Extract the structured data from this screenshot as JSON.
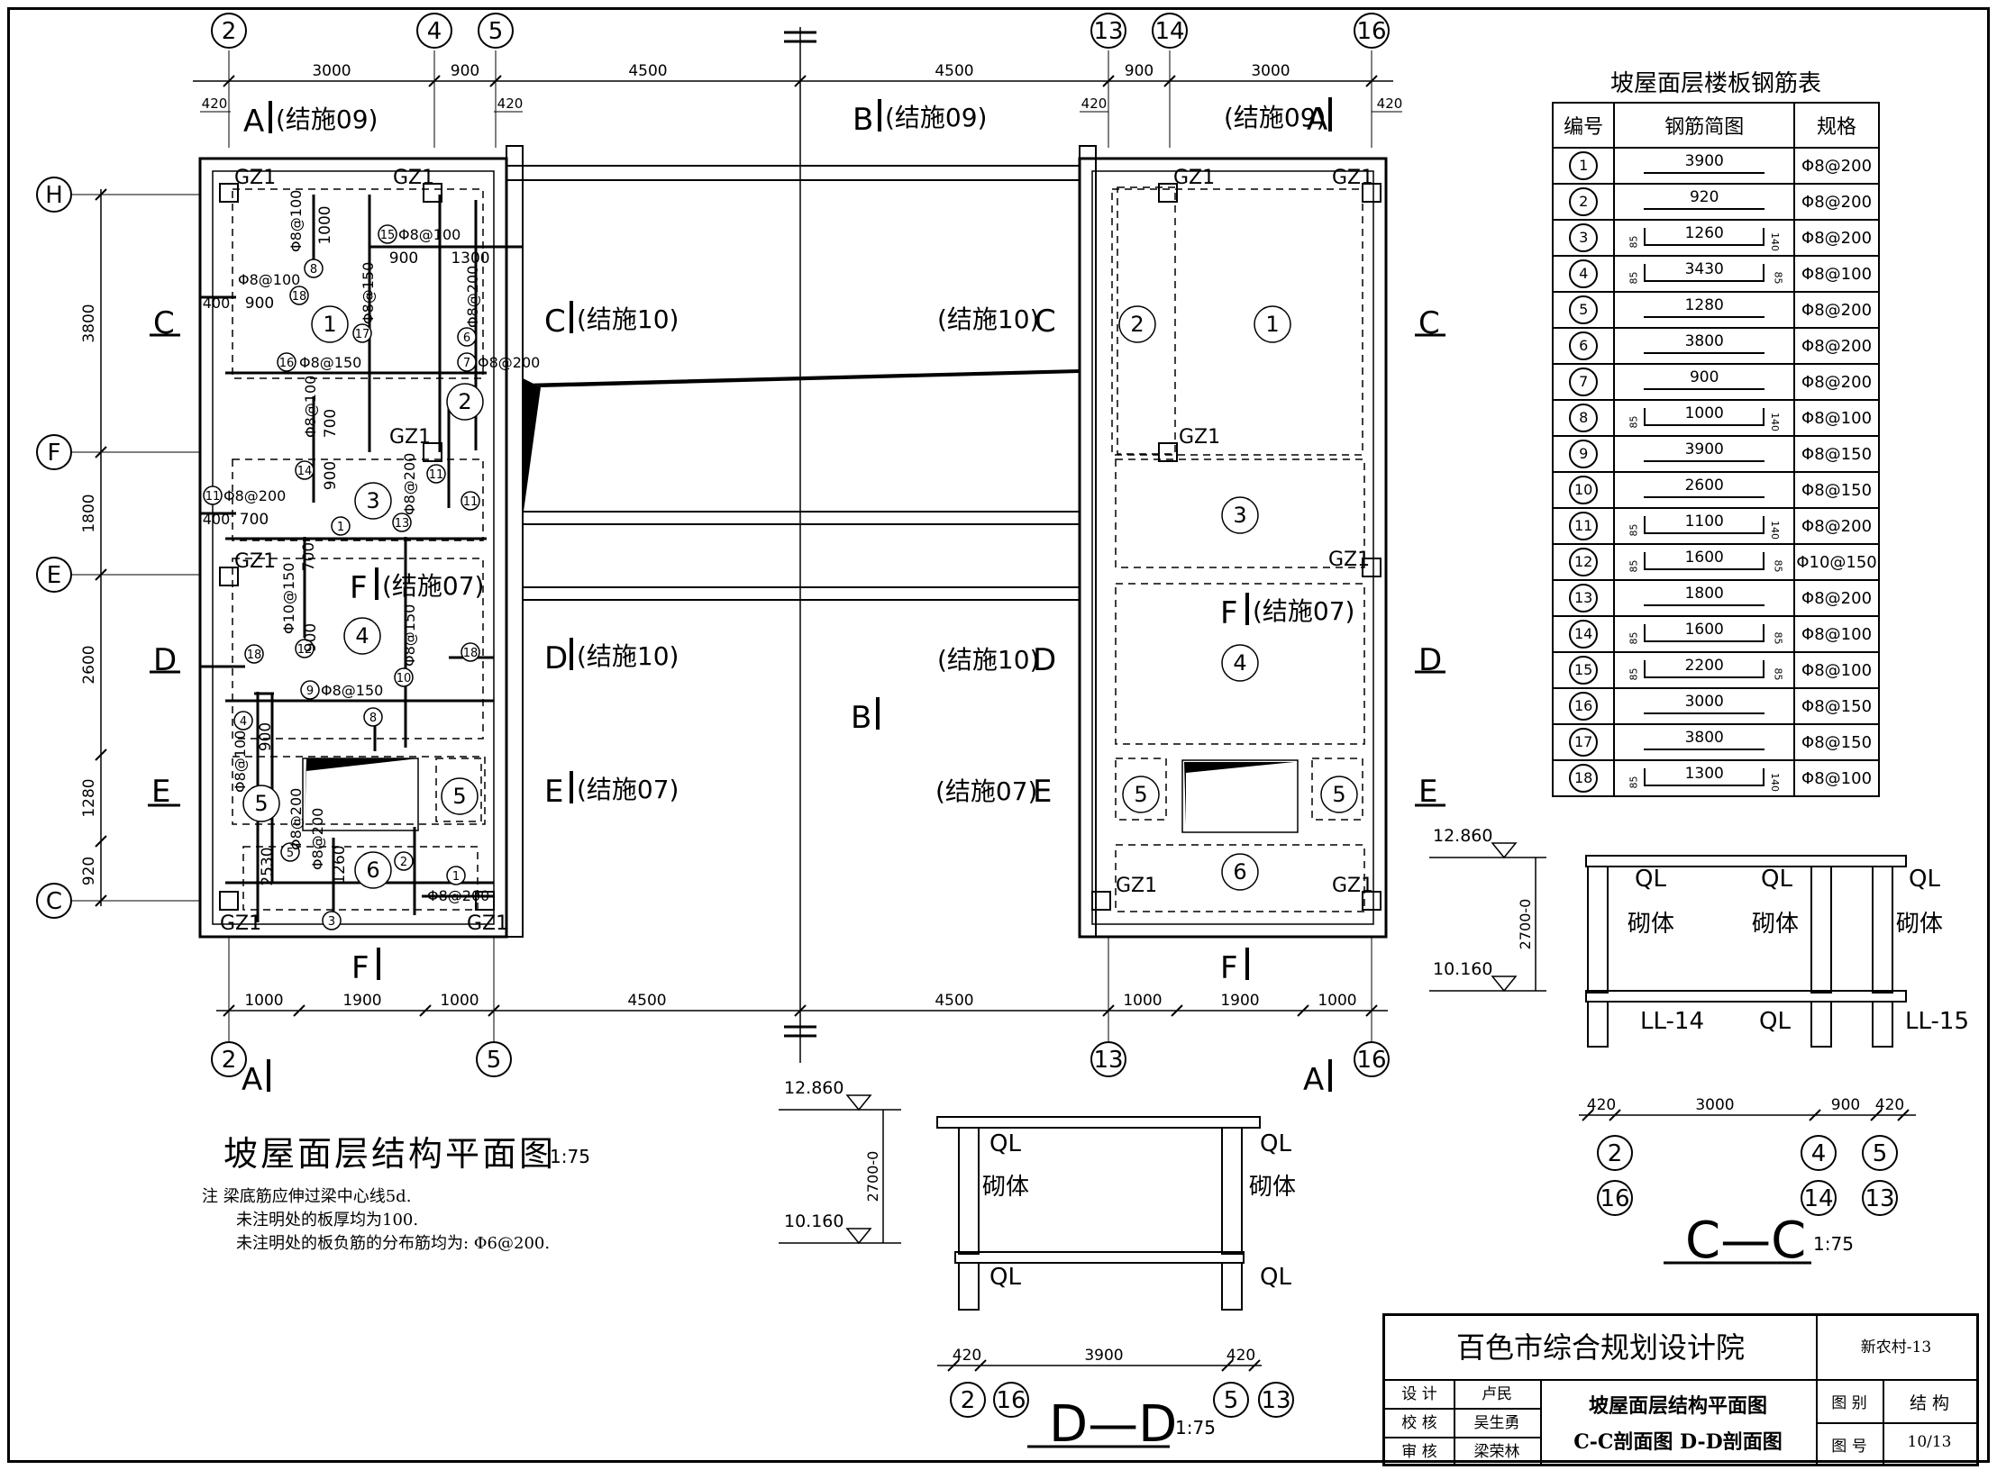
{
  "plan": {
    "title": "坡屋面层结构平面图",
    "scale": "1:75",
    "notes": [
      "注  梁底筋应伸过梁中心线5d.",
      "未注明处的板厚均为100.",
      "未注明处的板负筋的分布筋均为: Φ6@200."
    ],
    "top_axes": [
      "2",
      "4",
      "5",
      "13",
      "14",
      "16"
    ],
    "bottom_axes": [
      "2",
      "5",
      "13",
      "16"
    ],
    "left_axes": [
      "H",
      "F",
      "E",
      "C"
    ],
    "top_dims": [
      "3000",
      "900",
      "4500",
      "4500",
      "900",
      "3000"
    ],
    "bottom_dims": [
      "1000",
      "1900",
      "1000",
      "4500",
      "4500",
      "1000",
      "1900",
      "1000"
    ],
    "wall_dim": "420",
    "left_dims": [
      "3800",
      "1800",
      "2600",
      "1280",
      "920"
    ],
    "section_refs": {
      "a09": "(结施09)",
      "b09": "(结施09)",
      "c10": "(结施10)",
      "d10": "(结施10)",
      "e07": "(结施07)",
      "f07": "(结施07)"
    },
    "sec_letters": [
      "A",
      "B",
      "C",
      "D",
      "E",
      "F"
    ],
    "column": "GZ1",
    "slabs": [
      "1",
      "2",
      "3",
      "4",
      "5",
      "6"
    ],
    "rebar_labels": {
      "r15": "Φ8@100",
      "r8": "Φ8@100",
      "r17": "Φ8@150",
      "r6": "Φ8@200",
      "r7": "Φ8@200",
      "r16": "Φ8@150",
      "r11": "Φ8@200",
      "r14": "Φ8@100",
      "r13": "Φ8@200",
      "r12": "Φ10@150",
      "r10": "Φ8@150",
      "r9": "Φ8@150",
      "r4": "Φ8@100",
      "r5": "Φ8@200",
      "r3": "Φ8@200",
      "r1": "Φ8@200",
      "r18": "Φ8@100"
    },
    "local_dims": [
      "1000",
      "900",
      "1300",
      "400",
      "900",
      "700",
      "400",
      "700",
      "900",
      "700",
      "900",
      "2530",
      "1260"
    ]
  },
  "rebar_table": {
    "title": "坡屋面层楼板钢筋表",
    "headers": [
      "编号",
      "钢筋简图",
      "规格"
    ],
    "rows": [
      {
        "no": "1",
        "len": "3900",
        "hook": "",
        "ends": [
          "",
          ""
        ],
        "spec": "Φ8@200"
      },
      {
        "no": "2",
        "len": "920",
        "hook": "",
        "ends": [
          "",
          ""
        ],
        "spec": "Φ8@200"
      },
      {
        "no": "3",
        "len": "1260",
        "hook": "y",
        "ends": [
          "85",
          "140"
        ],
        "spec": "Φ8@200"
      },
      {
        "no": "4",
        "len": "3430",
        "hook": "y",
        "ends": [
          "85",
          "85"
        ],
        "spec": "Φ8@100"
      },
      {
        "no": "5",
        "len": "1280",
        "hook": "",
        "ends": [
          "",
          ""
        ],
        "spec": "Φ8@200"
      },
      {
        "no": "6",
        "len": "3800",
        "hook": "",
        "ends": [
          "",
          ""
        ],
        "spec": "Φ8@200"
      },
      {
        "no": "7",
        "len": "900",
        "hook": "",
        "ends": [
          "",
          ""
        ],
        "spec": "Φ8@200"
      },
      {
        "no": "8",
        "len": "1000",
        "hook": "y",
        "ends": [
          "85",
          "140"
        ],
        "spec": "Φ8@100"
      },
      {
        "no": "9",
        "len": "3900",
        "hook": "",
        "ends": [
          "",
          ""
        ],
        "spec": "Φ8@150"
      },
      {
        "no": "10",
        "len": "2600",
        "hook": "",
        "ends": [
          "",
          ""
        ],
        "spec": "Φ8@150"
      },
      {
        "no": "11",
        "len": "1100",
        "hook": "y",
        "ends": [
          "85",
          "140"
        ],
        "spec": "Φ8@200"
      },
      {
        "no": "12",
        "len": "1600",
        "hook": "y",
        "ends": [
          "85",
          "85"
        ],
        "spec": "Φ10@150"
      },
      {
        "no": "13",
        "len": "1800",
        "hook": "",
        "ends": [
          "",
          ""
        ],
        "spec": "Φ8@200"
      },
      {
        "no": "14",
        "len": "1600",
        "hook": "y",
        "ends": [
          "85",
          "85"
        ],
        "spec": "Φ8@100"
      },
      {
        "no": "15",
        "len": "2200",
        "hook": "y",
        "ends": [
          "85",
          "85"
        ],
        "spec": "Φ8@100"
      },
      {
        "no": "16",
        "len": "3000",
        "hook": "",
        "ends": [
          "",
          ""
        ],
        "spec": "Φ8@150"
      },
      {
        "no": "17",
        "len": "3800",
        "hook": "",
        "ends": [
          "",
          ""
        ],
        "spec": "Φ8@150"
      },
      {
        "no": "18",
        "len": "1300",
        "hook": "y",
        "ends": [
          "85",
          "140"
        ],
        "spec": "Φ8@100"
      }
    ]
  },
  "section_cc": {
    "title": "C—C",
    "scale": "1:75",
    "elev_top": "12.860",
    "elev_bot": "10.160",
    "height": "2700-0",
    "labels": [
      "QL",
      "QL",
      "QL",
      "砌体",
      "砌体",
      "砌体",
      "LL-14",
      "QL",
      "LL-15"
    ],
    "dims": [
      "420",
      "3000",
      "900",
      "420"
    ],
    "axes_top": [
      "2",
      "4",
      "5"
    ],
    "axes_bot": [
      "16",
      "14",
      "13"
    ]
  },
  "section_dd": {
    "title": "D—D",
    "scale": "1:75",
    "elev_top": "12.860",
    "elev_bot": "10.160",
    "height": "2700-0",
    "labels": [
      "QL",
      "QL",
      "砌体",
      "砌体",
      "QL",
      "QL"
    ],
    "dims": [
      "420",
      "3900",
      "420"
    ],
    "axes": [
      "2",
      "16",
      "5",
      "13"
    ]
  },
  "title_block": {
    "institute": "百色市综合规划设计院",
    "project": "新农村-13",
    "role_design": "设  计",
    "role_check": "校  核",
    "role_review": "审  核",
    "designer": "卢民",
    "checker": "吴生勇",
    "reviewer": "梁荣林",
    "drawing_line1": "坡屋面层结构平面图",
    "drawing_line2": "C-C剖面图  D-D剖面图",
    "cat_label": "图  别",
    "cat_value": "结  构",
    "num_label": "图  号",
    "num_value": "10/13"
  }
}
